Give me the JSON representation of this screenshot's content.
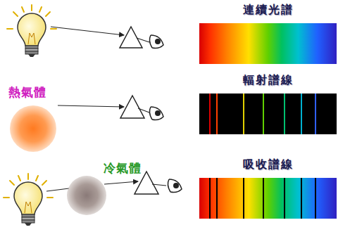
{
  "diagram": {
    "nodes": [
      {
        "text": [
          "連續光譜"
        ]
      },
      {
        "text": [
          "熱氣體"
        ]
      },
      {
        "text": [
          "輻射譜線"
        ]
      },
      {
        "text": [
          "冷氣體"
        ]
      },
      {
        "text": [
          "吸收譜線"
        ]
      }
    ]
  }
}
